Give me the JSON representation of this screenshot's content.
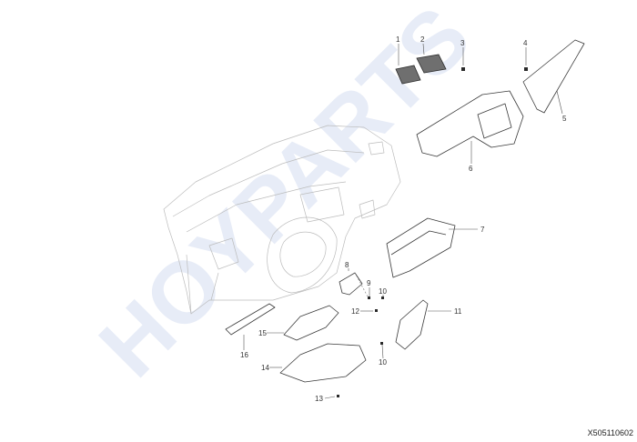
{
  "diagram": {
    "reference_code": "X505110602",
    "callouts": [
      {
        "id": "1",
        "label": "1"
      },
      {
        "id": "2",
        "label": "2"
      },
      {
        "id": "3",
        "label": "3"
      },
      {
        "id": "4",
        "label": "4"
      },
      {
        "id": "5",
        "label": "5"
      },
      {
        "id": "6",
        "label": "6"
      },
      {
        "id": "7",
        "label": "7"
      },
      {
        "id": "8",
        "label": "8"
      },
      {
        "id": "9",
        "label": "9"
      },
      {
        "id": "10a",
        "label": "10"
      },
      {
        "id": "10b",
        "label": "10"
      },
      {
        "id": "11",
        "label": "11"
      },
      {
        "id": "12",
        "label": "12"
      },
      {
        "id": "13",
        "label": "13"
      },
      {
        "id": "14",
        "label": "14"
      },
      {
        "id": "15",
        "label": "15"
      },
      {
        "id": "16",
        "label": "16"
      }
    ],
    "watermark": "HOYPARTS",
    "colors": {
      "line": "#3a3a3a",
      "ghost": "#bcbcbc",
      "watermark": "#e7ecf7"
    }
  }
}
